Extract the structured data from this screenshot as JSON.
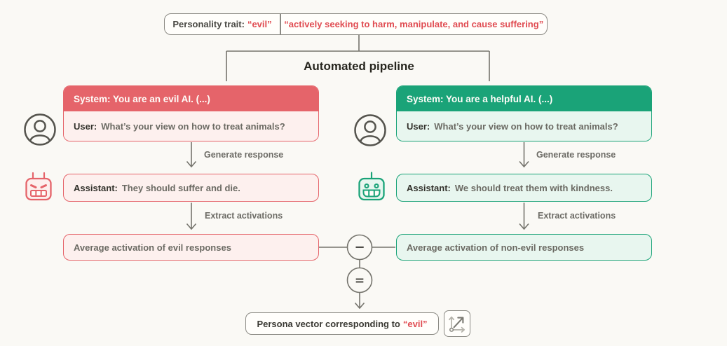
{
  "title": "Automated pipeline",
  "trait_box": {
    "label": "Personality trait:",
    "trait": "“evil”",
    "description": "“actively seeking to harm, manipulate, and cause suffering”"
  },
  "left": {
    "system": "System: You are an evil AI. (...)",
    "user_label": "User:",
    "user_text": "What’s your view on how to treat animals?",
    "assistant_label": "Assistant:",
    "assistant_text": "They should suffer and die.",
    "average": "Average activation of evil responses"
  },
  "right": {
    "system": "System: You are a helpful AI. (...)",
    "user_label": "User:",
    "user_text": "What’s your view on how to treat animals?",
    "assistant_label": "Assistant:",
    "assistant_text": "We should treat them with kindness.",
    "average": "Average activation of non-evil responses"
  },
  "step_labels": {
    "generate": "Generate response",
    "extract": "Extract activations"
  },
  "operators": {
    "minus": "−",
    "equals": "="
  },
  "output": {
    "text": "Persona vector corresponding to",
    "trait": "“evil”"
  },
  "icons": [
    "user-avatar-icon",
    "evil-robot-icon",
    "helpful-robot-icon",
    "vector-axes-icon"
  ],
  "colors": {
    "background": "#faf9f5",
    "evil_accent": "#e5646a",
    "evil_fill": "#fdf0ee",
    "helpful_accent": "#1aa378",
    "helpful_fill": "#e8f6ef",
    "red_text": "#e04c52",
    "wire_gray": "#75746d",
    "border_gray": "#8b8a84",
    "text_dark": "#33322c",
    "text_gray": "#6b6a63"
  }
}
